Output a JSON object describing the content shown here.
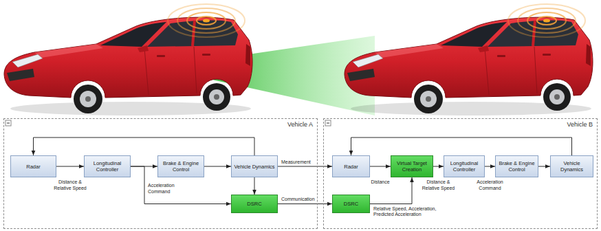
{
  "diagram": {
    "nodes": [
      {
        "text": [
          "Vehicle A"
        ]
      },
      {
        "text": [
          "Radar"
        ],
        "in": 0
      },
      {
        "text": [
          "Longitudinal Controller"
        ],
        "in": 0
      },
      {
        "text": [
          "Brake & Engine Control"
        ],
        "in": 0
      },
      {
        "text": [
          "Vehicle Dynamics"
        ],
        "in": 0
      },
      {
        "text": [
          "DSRC"
        ],
        "in": 0
      },
      {
        "text": [
          "Vehicle B"
        ]
      },
      {
        "text": [
          "Radar"
        ],
        "in": 6
      },
      {
        "text": [
          "Virtual Target Creation"
        ],
        "in": 6
      },
      {
        "text": [
          "Longitudinal Controller"
        ],
        "in": 6
      },
      {
        "text": [
          "Brake & Engine Control"
        ],
        "in": 6
      },
      {
        "text": [
          "Vehicle Dynamics"
        ],
        "in": 6
      },
      {
        "text": [
          "DSRC"
        ],
        "in": 6
      }
    ],
    "edges": [
      {
        "from": 1,
        "to": 2,
        "arrow": "to",
        "label": "Distance & Relative Speed"
      },
      {
        "from": 2,
        "to": 3,
        "arrow": "to"
      },
      {
        "from": 3,
        "to": 4,
        "arrow": "to"
      },
      {
        "from": 4,
        "to": 1,
        "arrow": "to"
      },
      {
        "from": 4,
        "to": 5,
        "arrow": "to"
      },
      {
        "from": 2,
        "to": 5,
        "arrow": "to",
        "label": "Acceleration Command"
      },
      {
        "from": 4,
        "to": 7,
        "arrow": "to",
        "label": "Measurement"
      },
      {
        "from": 5,
        "to": 12,
        "arrow": "to",
        "label": "Communication"
      },
      {
        "from": 7,
        "to": 8,
        "arrow": "to",
        "label": "Distance"
      },
      {
        "from": 8,
        "to": 9,
        "arrow": "to",
        "label": "Distance & Relative Speed"
      },
      {
        "from": 9,
        "to": 10,
        "arrow": "to",
        "label": "Acceleration Command"
      },
      {
        "from": 10,
        "to": 11,
        "arrow": "to"
      },
      {
        "from": 11,
        "to": 7,
        "arrow": "to"
      },
      {
        "from": 12,
        "to": 8,
        "arrow": "to",
        "label": "Relative Speed, Acceleration, Predicted Acceleration"
      }
    ]
  }
}
